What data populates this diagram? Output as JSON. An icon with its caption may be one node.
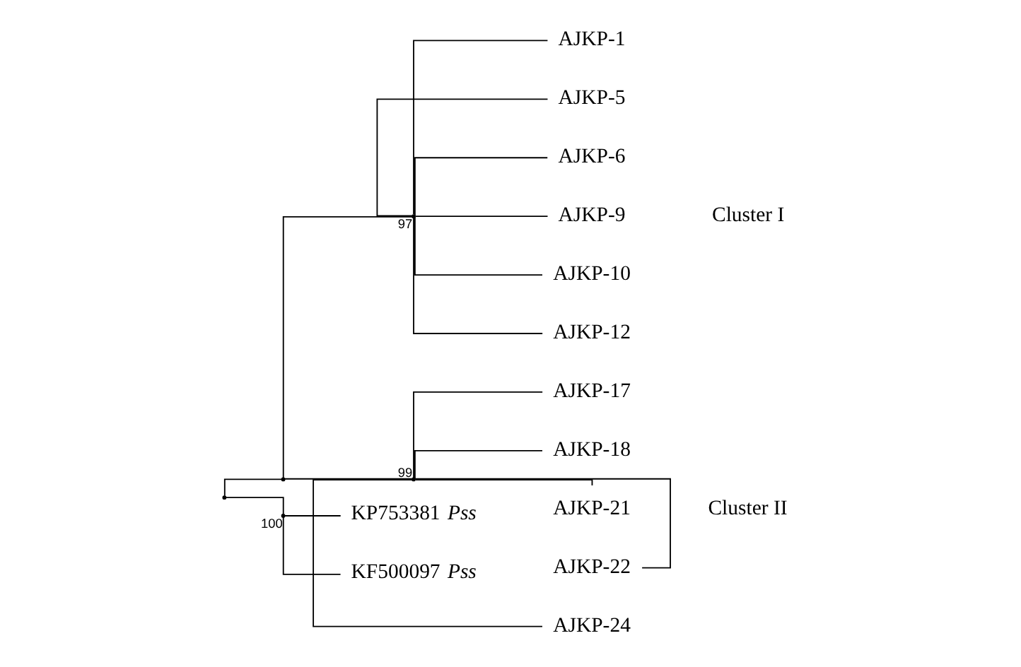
{
  "diagram": {
    "nodes": [
      {
        "text": [],
        "shape": "point"
      },
      {
        "text": [],
        "shape": "point"
      },
      {
        "text": [],
        "shape": "point",
        "beside": [
          "97"
        ]
      },
      {
        "text": [
          "AJKP-1"
        ]
      },
      {
        "text": [
          "AJKP-5"
        ]
      },
      {
        "text": [
          "AJKP-6"
        ]
      },
      {
        "text": [
          "AJKP-9"
        ]
      },
      {
        "text": [
          "AJKP-10"
        ]
      },
      {
        "text": [
          "AJKP-12"
        ]
      },
      {
        "text": [],
        "shape": "point",
        "beside": [
          "99"
        ]
      },
      {
        "text": [
          "AJKP-17"
        ]
      },
      {
        "text": [
          "AJKP-18"
        ]
      },
      {
        "text": [
          "AJKP-21"
        ]
      },
      {
        "text": [
          "AJKP-22"
        ]
      },
      {
        "text": [
          "AJKP-24"
        ]
      },
      {
        "text": [],
        "shape": "point",
        "beside": [
          "100"
        ]
      },
      {
        "text": [
          "KP753381 *Pss*"
        ]
      },
      {
        "text": [
          "KF500097 *Pss*"
        ]
      }
    ],
    "edges": [
      {
        "from": 0,
        "to": 1,
        "arrow": "none"
      },
      {
        "from": 0,
        "to": 15,
        "arrow": "none"
      },
      {
        "from": 1,
        "to": 2,
        "arrow": "none"
      },
      {
        "from": 1,
        "to": 9,
        "arrow": "none"
      },
      {
        "from": 2,
        "to": 3,
        "arrow": "none"
      },
      {
        "from": 2,
        "to": 4,
        "arrow": "none"
      },
      {
        "from": 2,
        "to": 5,
        "arrow": "none"
      },
      {
        "from": 2,
        "to": 6,
        "arrow": "none"
      },
      {
        "from": 2,
        "to": 7,
        "arrow": "none"
      },
      {
        "from": 2,
        "to": 8,
        "arrow": "none"
      },
      {
        "from": 9,
        "to": 10,
        "arrow": "none"
      },
      {
        "from": 9,
        "to": 11,
        "arrow": "none"
      },
      {
        "from": 9,
        "to": 12,
        "arrow": "none"
      },
      {
        "from": 9,
        "to": 13,
        "arrow": "none"
      },
      {
        "from": 9,
        "to": 14,
        "arrow": "none"
      },
      {
        "from": 15,
        "to": 16,
        "arrow": "none"
      },
      {
        "from": 15,
        "to": 17,
        "arrow": "none"
      }
    ],
    "labels": [
      "Cluster I",
      "Cluster II"
    ]
  }
}
